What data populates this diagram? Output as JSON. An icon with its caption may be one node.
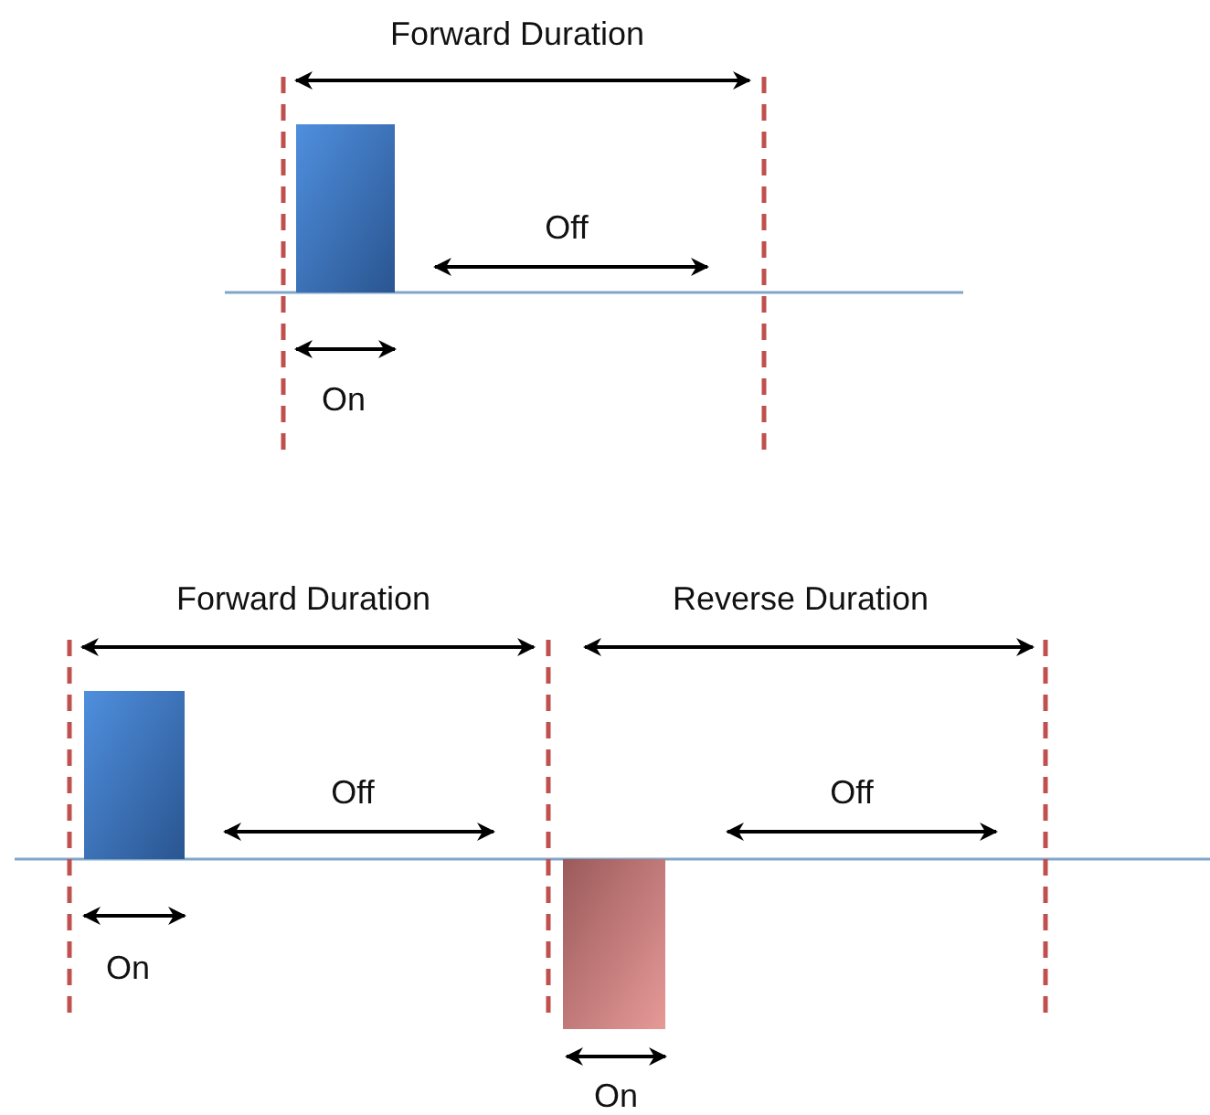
{
  "diagram": {
    "labels": [
      "Forward Duration",
      "Off",
      "On",
      "Forward Duration",
      "Reverse Duration",
      "Off",
      "Off",
      "On",
      "On"
    ]
  }
}
